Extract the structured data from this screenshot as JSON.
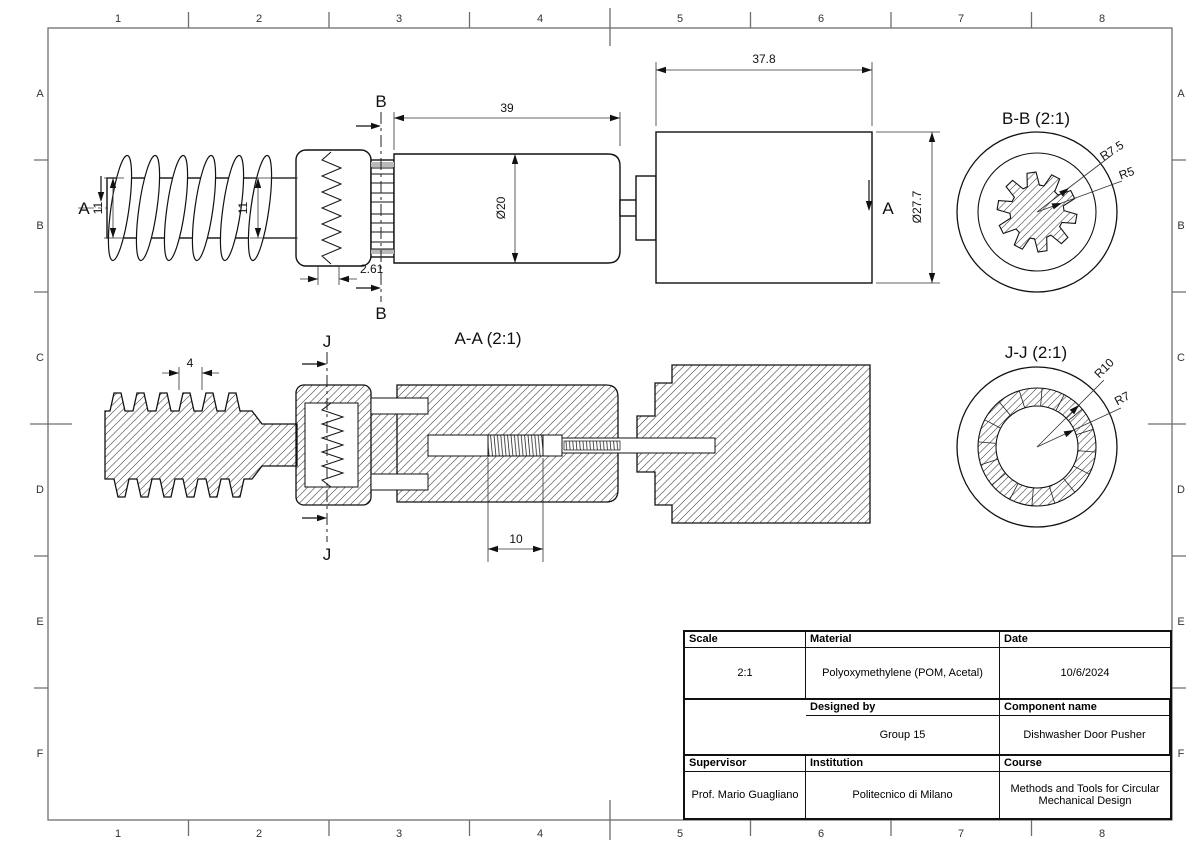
{
  "drawing": {
    "grid": {
      "columns": [
        "1",
        "2",
        "3",
        "4",
        "5",
        "6",
        "7",
        "8"
      ],
      "rows": [
        "A",
        "B",
        "C",
        "D",
        "E",
        "F"
      ]
    },
    "views": {
      "section_aa_title": "A-A (2:1)",
      "section_bb_title": "B-B (2:1)",
      "section_jj_title": "J-J (2:1)"
    },
    "section_labels": {
      "a": "A",
      "b": "B",
      "j": "J"
    },
    "dimensions": {
      "front_view": {
        "cylinder_length": "39",
        "cap_length": "37.8",
        "cylinder_diameter": "Ø20",
        "cap_diameter": "Ø27.7",
        "screw_core_diameter": "11",
        "shaft_diameter": "11",
        "spring_pitch": "2.61"
      },
      "section_aa": {
        "thread_pitch": "4",
        "insert_length": "10"
      },
      "section_bb": {
        "outer_radius": "R7.5",
        "inner_radius": "R5"
      },
      "section_jj": {
        "outer_radius": "R10",
        "inner_radius": "R7"
      }
    },
    "colors": {
      "line": "#111111",
      "frame": "#6e6e6e",
      "hatch": "#3a3a3a",
      "paper": "#ffffff"
    }
  },
  "title_block": {
    "scale": {
      "label": "Scale",
      "value": "2:1"
    },
    "material": {
      "label": "Material",
      "value": "Polyoxymethylene (POM, Acetal)"
    },
    "date": {
      "label": "Date",
      "value": "10/6/2024"
    },
    "designed_by": {
      "label": "Designed by",
      "value": "Group 15"
    },
    "component_name": {
      "label": "Component name",
      "value": "Dishwasher Door Pusher"
    },
    "supervisor": {
      "label": "Supervisor",
      "value": "Prof. Mario Guagliano"
    },
    "institution": {
      "label": "Institution",
      "value": "Politecnico di Milano"
    },
    "course": {
      "label": "Course",
      "value": "Methods and Tools for Circular Mechanical Design"
    }
  }
}
